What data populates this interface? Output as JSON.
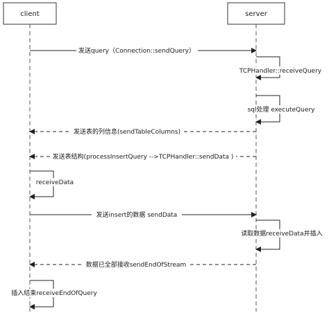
{
  "participants": {
    "client": "client",
    "server": "server"
  },
  "messages": {
    "send_query": "发送query（Connection::sendQuery）",
    "receive_query": "TCPHandler::receiveQuery",
    "sql_execute": "sql处理 executeQuery",
    "send_table_columns": "发送表的列信息(sendTableColumns)",
    "send_table_structure": "发送表结构(processInsertQuery -->TCPHandler::sendData )",
    "receive_data": "receiveData",
    "send_insert_data": "发送insert的数据 sendData",
    "read_and_insert": "读取数据receiveData并插入",
    "end_of_stream": "数据已全部接收sendEndOfStream",
    "insert_end": "插入结束receiveEndOfQuery"
  }
}
